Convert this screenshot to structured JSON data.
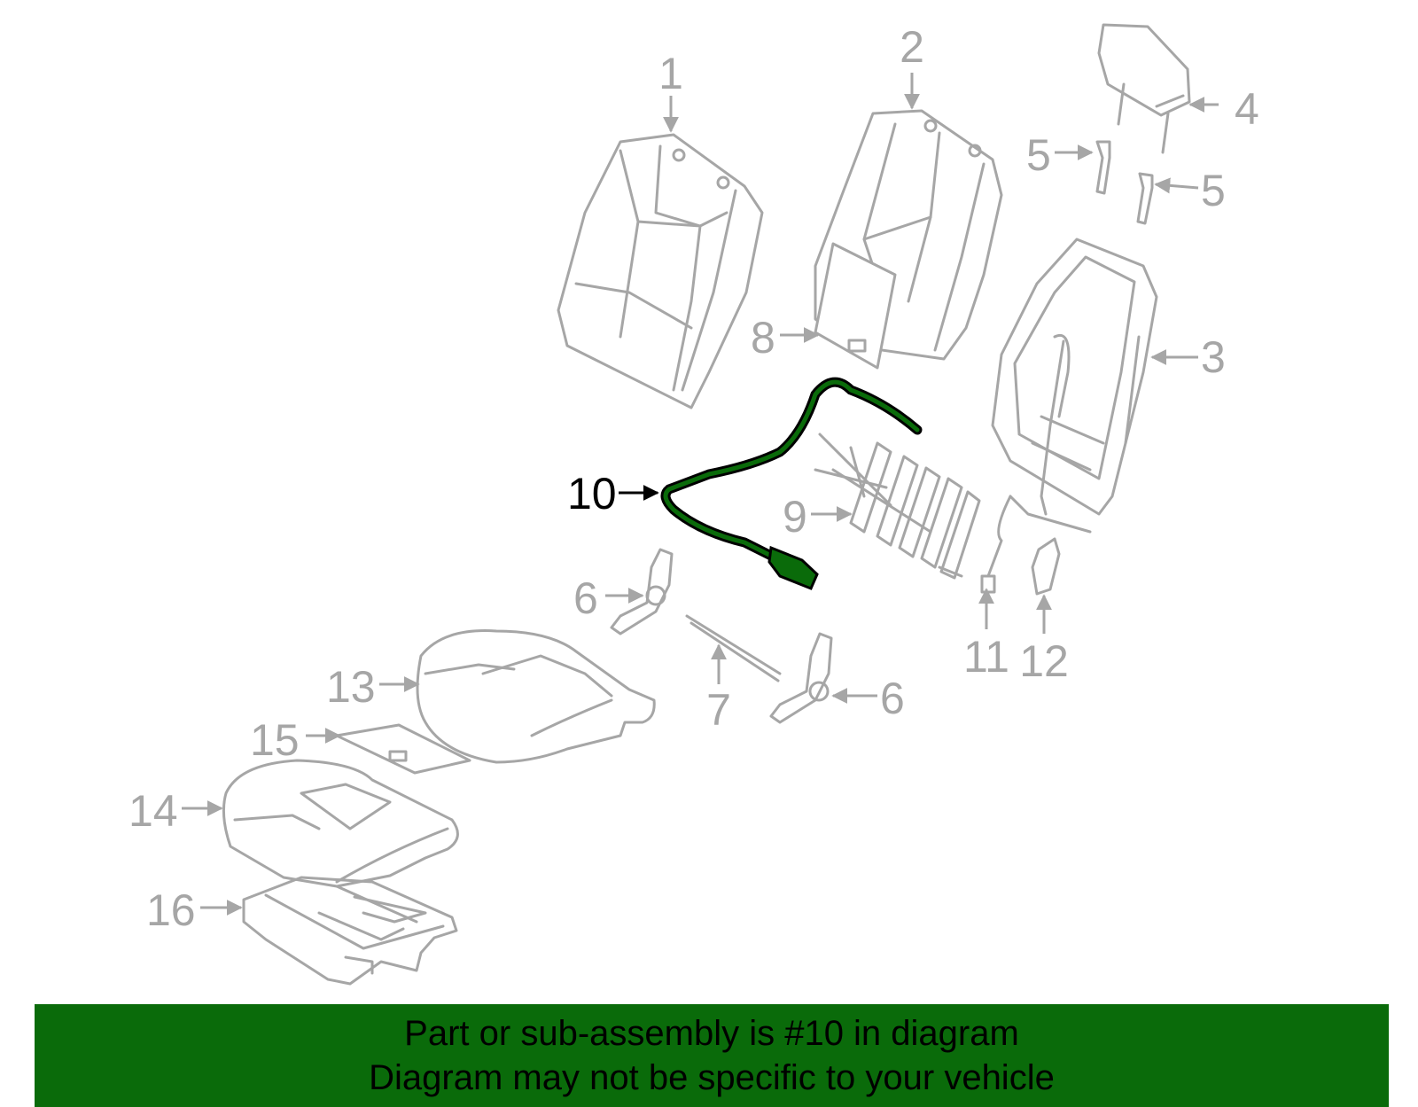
{
  "diagram": {
    "highlight_color": "#0a6b0a",
    "banner_color": "#0a6b0a",
    "line_color": "#a6a6a6",
    "callouts": [
      {
        "id": "c1",
        "label": "1"
      },
      {
        "id": "c2",
        "label": "2"
      },
      {
        "id": "c3",
        "label": "3"
      },
      {
        "id": "c4",
        "label": "4"
      },
      {
        "id": "c5a",
        "label": "5"
      },
      {
        "id": "c5b",
        "label": "5"
      },
      {
        "id": "c6a",
        "label": "6"
      },
      {
        "id": "c6b",
        "label": "6"
      },
      {
        "id": "c7",
        "label": "7"
      },
      {
        "id": "c8",
        "label": "8"
      },
      {
        "id": "c9",
        "label": "9"
      },
      {
        "id": "c10",
        "label": "10",
        "highlighted": true
      },
      {
        "id": "c11",
        "label": "11"
      },
      {
        "id": "c12",
        "label": "12"
      },
      {
        "id": "c13",
        "label": "13"
      },
      {
        "id": "c14",
        "label": "14"
      },
      {
        "id": "c15",
        "label": "15"
      },
      {
        "id": "c16",
        "label": "16"
      }
    ]
  },
  "banner": {
    "line1": "Part or sub-assembly is #10 in diagram",
    "line2": "Diagram may not be specific to your vehicle"
  }
}
